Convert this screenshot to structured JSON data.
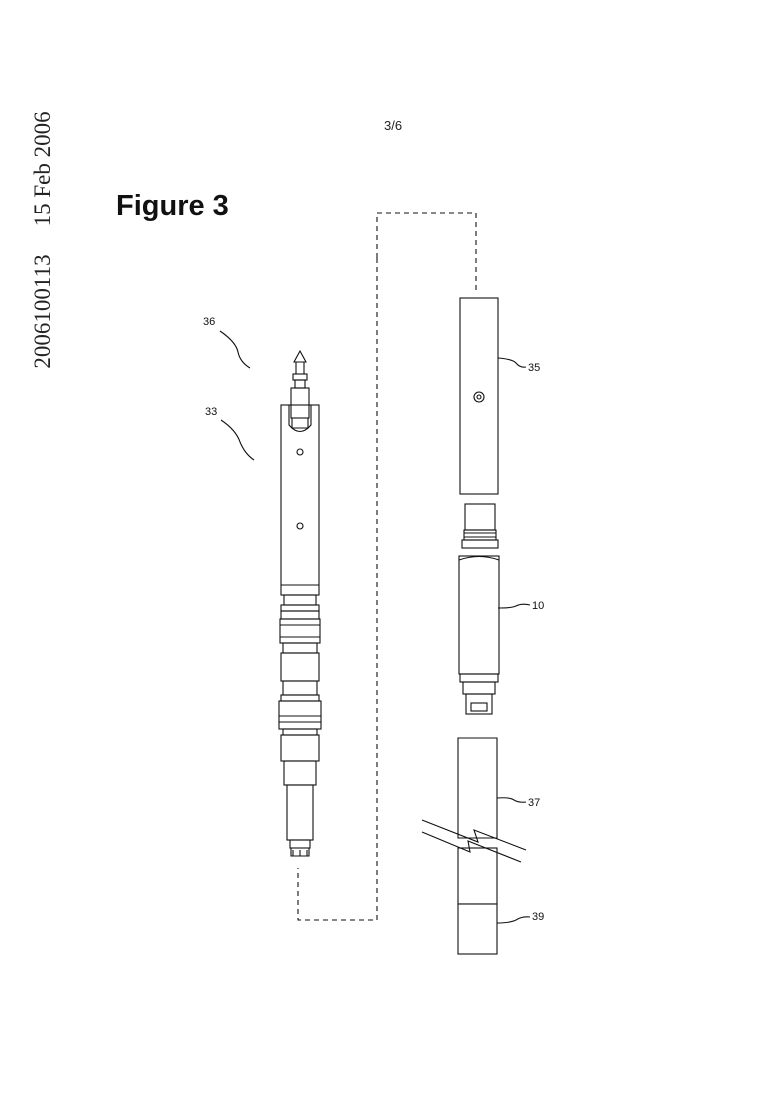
{
  "side_stamp": {
    "number": "2006100113",
    "date": "15 Feb 2006"
  },
  "page_number": "3/6",
  "figure_title": "Figure 3",
  "reference_labels": {
    "tool_tip": "36",
    "tool_body": "33",
    "upper_housing": "35",
    "module": "10",
    "extension": "37",
    "end_cap": "39"
  }
}
